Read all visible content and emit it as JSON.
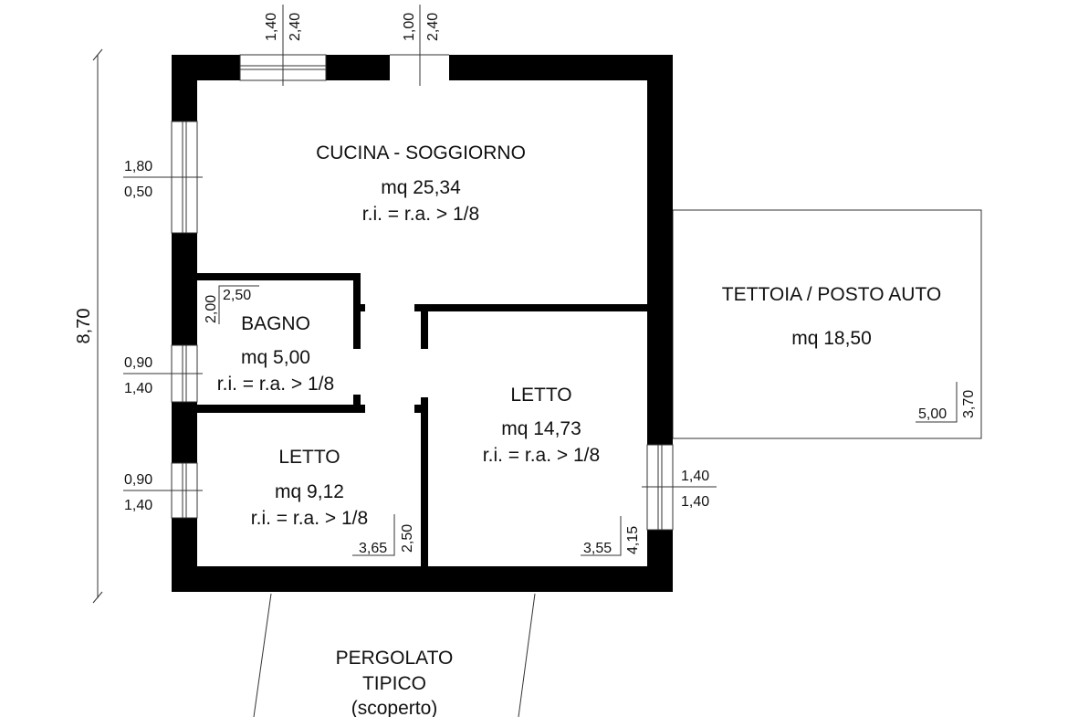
{
  "rooms": {
    "soggiorno": {
      "name": "CUCINA - SOGGIORNO",
      "area": "mq 25,34",
      "ratio": "r.i. = r.a. > 1/8"
    },
    "bagno": {
      "name": "BAGNO",
      "area": "mq 5,00",
      "ratio": "r.i. = r.a. > 1/8",
      "dim_w": "2,50",
      "dim_h": "2,00"
    },
    "letto1": {
      "name": "LETTO",
      "area": "mq 9,12",
      "ratio": "r.i. = r.a. > 1/8",
      "dim_w": "3,65",
      "dim_h": "2,50"
    },
    "letto2": {
      "name": "LETTO",
      "area": "mq 14,73",
      "ratio": "r.i. = r.a. > 1/8",
      "dim_w": "3,55",
      "dim_h": "4,15"
    },
    "tettoia": {
      "name": "TETTOIA / POSTO AUTO",
      "area": "mq 18,50",
      "dim_w": "5,00",
      "dim_h": "3,70"
    },
    "pergolato": {
      "line1": "PERGOLATO",
      "line2": "TIPICO",
      "line3": "(scoperto)"
    }
  },
  "openings": {
    "top_window": {
      "w": "1,40",
      "h": "2,40"
    },
    "top_door": {
      "w": "1,00",
      "h": "2,40"
    },
    "left_window_1": {
      "top": "1,80",
      "bottom": "0,50"
    },
    "left_window_2": {
      "top": "0,90",
      "bottom": "1,40"
    },
    "left_window_3": {
      "top": "0,90",
      "bottom": "1,40"
    },
    "right_window": {
      "top": "1,40",
      "bottom": "1,40"
    }
  },
  "overall_depth": "8,70"
}
